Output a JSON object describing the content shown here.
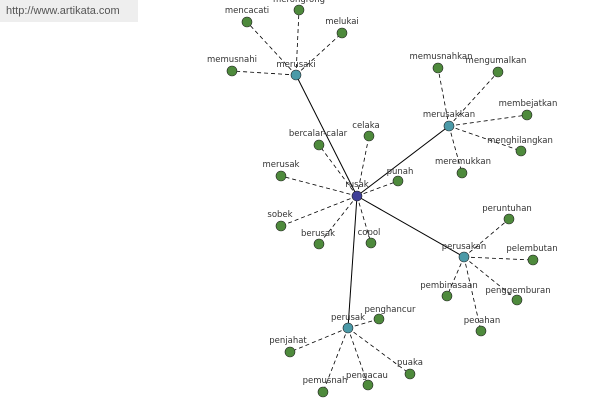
{
  "site_url": "http://www.artikata.com",
  "colors": {
    "center": "#3f3f98",
    "hub": "#4b9aa8",
    "leaf": "#4e8a3c",
    "edge": "#000000"
  },
  "graph": {
    "center": "rusak",
    "hubs": [
      "merusaki",
      "merusakkan",
      "perusakan",
      "perusak"
    ],
    "leaves": [
      "merongrong",
      "mencacati",
      "melukai",
      "memusnahi",
      "memusnahkan",
      "mengumalkan",
      "membejatkan",
      "menghilangkan",
      "meremukkan",
      "peruntuhan",
      "pelembutan",
      "pembinasaan",
      "penggemburan",
      "pecahan",
      "penghancur",
      "penjahat",
      "pemusnah",
      "pengacau",
      "puaka",
      "bercalar-calar",
      "celaka",
      "merusak",
      "punah",
      "sobek",
      "berusak",
      "copol"
    ]
  }
}
